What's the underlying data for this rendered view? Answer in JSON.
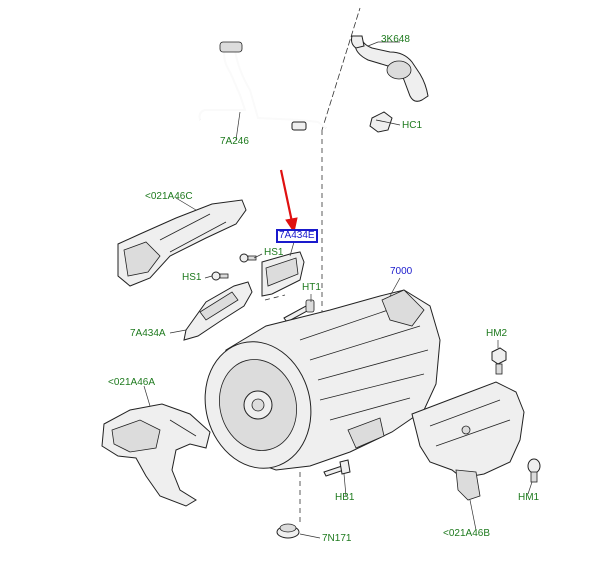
{
  "labels": {
    "p3k648": "3K648",
    "hc1": "HC1",
    "p7a246": "7A246",
    "p021a46c": "<021A46C",
    "p7a434e": "7A434E",
    "hs1_top": "HS1",
    "hs1_left": "HS1",
    "ht1": "HT1",
    "p7000": "7000",
    "p7a434a": "7A434A",
    "hm2": "HM2",
    "p021a46a": "<021A46A",
    "hb1": "HB1",
    "hm1": "HM1",
    "p021a46b": "<021A46B",
    "p7n171": "7N171"
  },
  "colors": {
    "label_green": "#1e7a1e",
    "label_blue": "#1a1acc",
    "highlight_box": "#1a1acc",
    "pointer_arrow": "#e01010",
    "line_art": "#222222"
  }
}
